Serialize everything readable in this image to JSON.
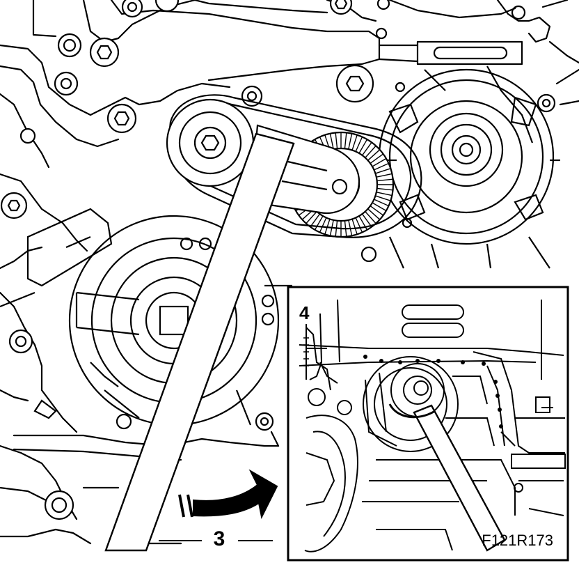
{
  "figure": {
    "callouts": {
      "step_3": "3",
      "step_4": "4"
    },
    "figure_code": "F121R173"
  },
  "colors": {
    "line": "#000000",
    "fill": "#ffffff"
  },
  "icons": {
    "direction_arrow": "rotation-arrow-icon"
  }
}
